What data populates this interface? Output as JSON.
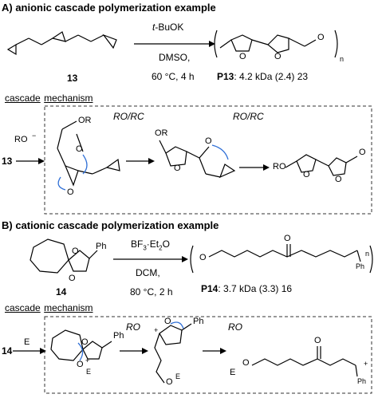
{
  "section_a": {
    "heading": "A) anionic cascade polymerization example",
    "monomer_label": "13",
    "reagent": "t-BuOK",
    "solvent": "DMSO,",
    "conditions": "60 °C, 4 h",
    "product_label": "P13",
    "product_result": ": 4.2 kDa (2.4) 23",
    "repeat_n": "n",
    "mechanism_word1": "cascade",
    "mechanism_word2": "mechanism",
    "initiator": "RO",
    "charge": "−",
    "start_label": "13",
    "step1": "RO/RC",
    "step2": "RO/RC",
    "atom_or": "OR",
    "atom_o": "O",
    "atom_ro": "RO"
  },
  "section_b": {
    "heading": "B) cationic cascade polymerization example",
    "monomer_label": "14",
    "reagent": "BF3·Et2O",
    "solvent": "DCM,",
    "conditions": "80 °C, 2 h",
    "product_label": "P14",
    "product_result": ": 3.7 kDa (3.3) 16",
    "repeat_n": "n",
    "mechanism_word1": "cascade",
    "mechanism_word2": "mechanism",
    "initiator": "E",
    "start_label": "14",
    "step1": "RO",
    "step2": "RO",
    "atom_o": "O",
    "atom_ph": "Ph",
    "atom_e": "E",
    "plus": "+"
  },
  "colors": {
    "curly_arrow": "#2f6fd6",
    "box_border": "#333333"
  }
}
